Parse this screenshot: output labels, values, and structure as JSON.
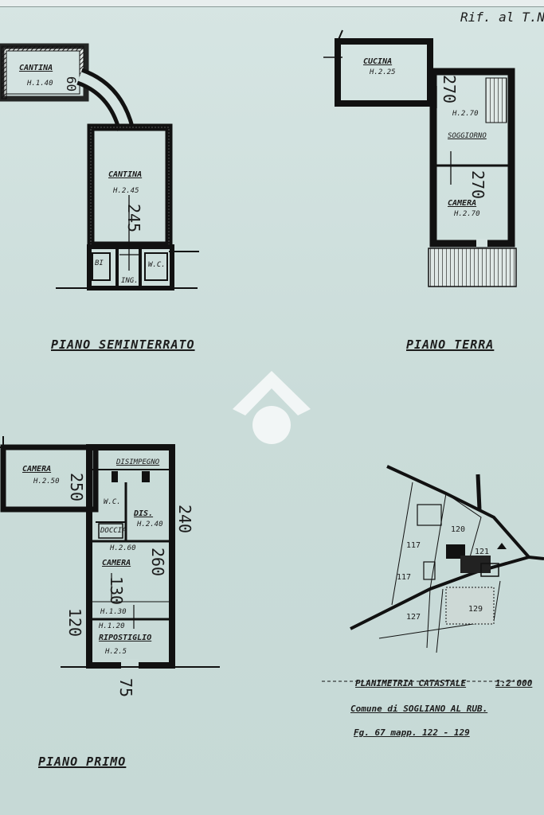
{
  "reference": "Rif. al T.N.",
  "floors": {
    "semi": "PIANO SEMINTERRATO",
    "ground": "PIANO TERRA",
    "first": "PIANO PRIMO"
  },
  "semi_rooms": {
    "cantina_top": "CANTINA",
    "cantina_top_h": "H.1.40",
    "cantina_main": "CANTINA",
    "cantina_main_h": "H.2.45",
    "dim_245": "245",
    "dim_60": "60",
    "wc": "W.C.",
    "ing": "ING.",
    "bi": "BI"
  },
  "ground_rooms": {
    "cucina": "CUCINA",
    "cucina_h": "H.2.25",
    "soggiorno": "SOGGIORNO",
    "soggiorno_h": "H.2.70",
    "camera": "CAMERA",
    "camera_h": "H.2.70",
    "dim_270a": "270",
    "dim_270b": "270"
  },
  "first_rooms": {
    "camera_left": "CAMERA",
    "camera_left_h": "H.2.50",
    "disimpegno": "DISIMPEGNO",
    "wc": "W.C.",
    "doccia": "DOCCIA",
    "dis": "DIS.",
    "dis_h": "H.2.40",
    "camera": "CAMERA",
    "camera_h": "H.2.60",
    "h130": "H.1.30",
    "h120": "H.1.20",
    "ripostiglio": "RIPOSTIGLIO",
    "h25": "H.2.5",
    "dim_250": "250",
    "dim_240": "240",
    "dim_260": "260",
    "dim_130": "130",
    "dim_120": "120",
    "dim_75": "75"
  },
  "cadastral": {
    "title": "PLANIMETRIA CATASTALE",
    "scale": "1:2'000",
    "comune": "Comune di SOGLIANO AL RUB.",
    "foglio": "Fg. 67 mapp. 122 - 129",
    "parcels": [
      "120",
      "117",
      "127",
      "129",
      "121",
      "117"
    ]
  },
  "colors": {
    "paper": "#cfe0de",
    "ink": "#1c1c1c",
    "watermark": "#ffffff"
  }
}
